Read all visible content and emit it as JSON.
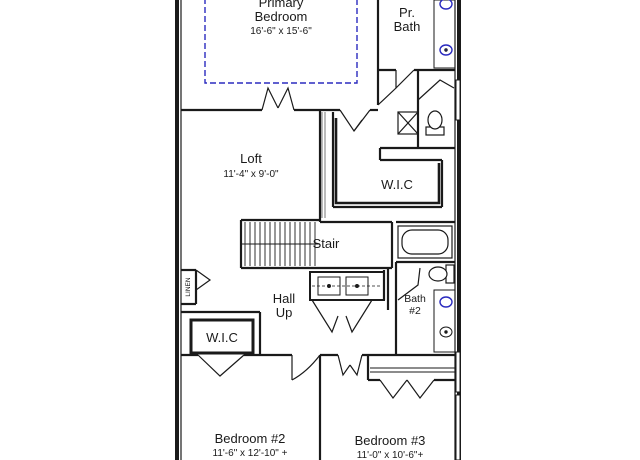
{
  "floor_plan": {
    "rooms": {
      "primary_bedroom": {
        "name_line1": "Primary",
        "name_line2": "Bedroom",
        "dims": "16'-6\" x 15'-6\""
      },
      "primary_bath": {
        "name_line1": "Pr.",
        "name_line2": "Bath"
      },
      "loft": {
        "name": "Loft",
        "dims": "11'-4\" x 9'-0\""
      },
      "wic_upper": {
        "name": "W.I.C"
      },
      "stair": {
        "name": "Stair"
      },
      "hall": {
        "name_line1": "Hall",
        "name_line2": "Up"
      },
      "linen": {
        "name": "LINEN"
      },
      "bath2": {
        "name_line1": "Bath",
        "name_line2": "#2"
      },
      "wic_lower": {
        "name": "W.I.C"
      },
      "bedroom2": {
        "name": "Bedroom #2",
        "dims": "11'-6\" x 12'-10\" +"
      },
      "bedroom3": {
        "name": "Bedroom #3",
        "dims": "11'-0\" x 10'-6\"+"
      }
    },
    "colors": {
      "wall": "#1a1a1a",
      "dashed_outline": "#2b2bbf",
      "fixture_accent": "#2b2bbf"
    }
  }
}
